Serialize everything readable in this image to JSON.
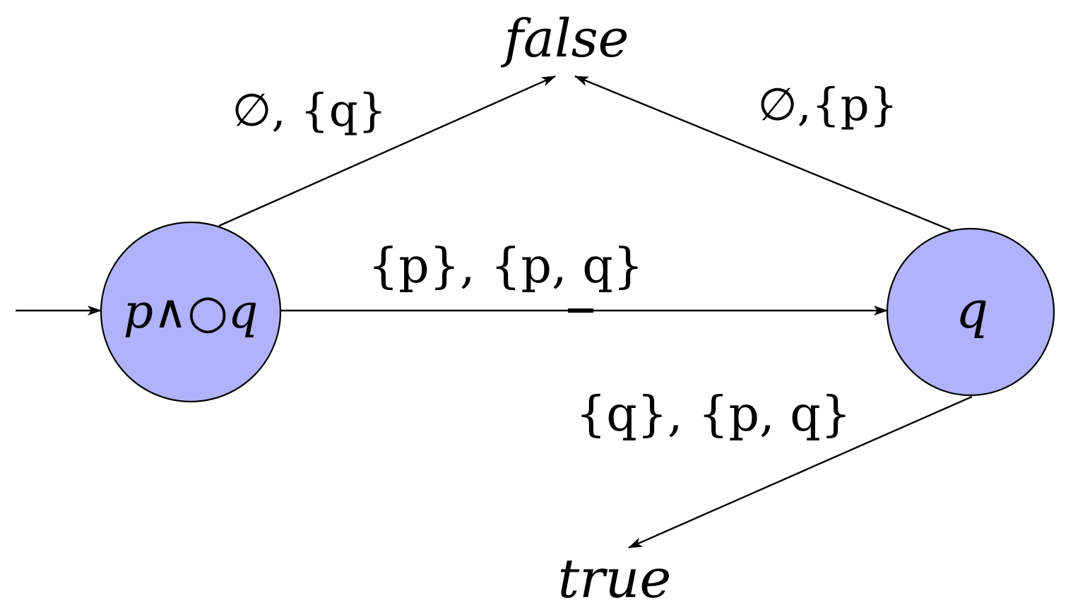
{
  "colors": {
    "state_fill": "#b0b3fb",
    "stroke": "#000000",
    "background": "#ffffff"
  },
  "states": {
    "initial": {
      "label": "p∧○q"
    },
    "q": {
      "label": "q"
    }
  },
  "sinks": {
    "false": "false",
    "true": "true"
  },
  "transitions": {
    "initial_to_false": "∅, {q}",
    "q_to_false": "∅,{p}",
    "initial_to_q": "{p}, {p, q}",
    "q_to_true": "{q}, {p, q}"
  }
}
